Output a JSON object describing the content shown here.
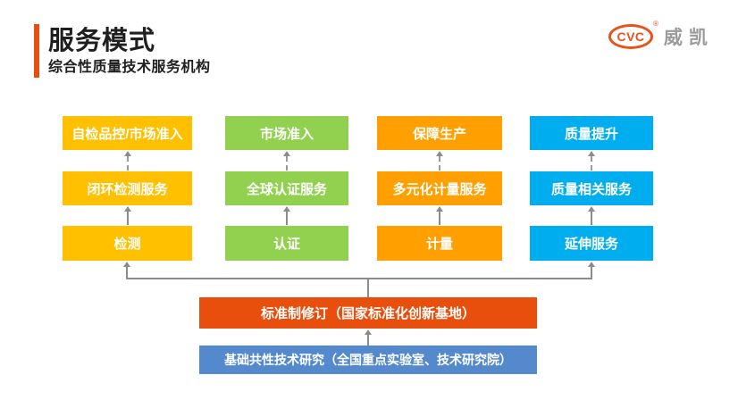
{
  "header": {
    "title": "服务模式",
    "subtitle": "综合性质量技术服务机构",
    "logo": {
      "mark": "CVC",
      "registered": "®",
      "wordmark": "威凯"
    }
  },
  "diagram": {
    "columns": [
      {
        "top": "自检品控/市场准入",
        "middle": "闭环检测服务",
        "bottom": "检测",
        "color": "#FFC000"
      },
      {
        "top": "市场准入",
        "middle": "全球认证服务",
        "bottom": "认证",
        "color": "#92D050"
      },
      {
        "top": "保障生产",
        "middle": "多元化计量服务",
        "bottom": "计量",
        "color": "#FFA000"
      },
      {
        "top": "质量提升",
        "middle": "质量相关服务",
        "bottom": "延伸服务",
        "color": "#00AEEF"
      }
    ],
    "foundation": [
      {
        "label": "标准制修订（国家标准化创新基地）",
        "color": "#E84F0D"
      },
      {
        "label": "基础共性技术研究（全国重点实验室、技术研究院）",
        "color": "#5589CE"
      }
    ]
  },
  "colors": {
    "accent_bar": "#E8500F",
    "arrow_gray": "#8C8C8C",
    "title_text": "#1F1F1F",
    "logo_orange": "#E8531A",
    "logo_gray": "#9B9B9B"
  }
}
